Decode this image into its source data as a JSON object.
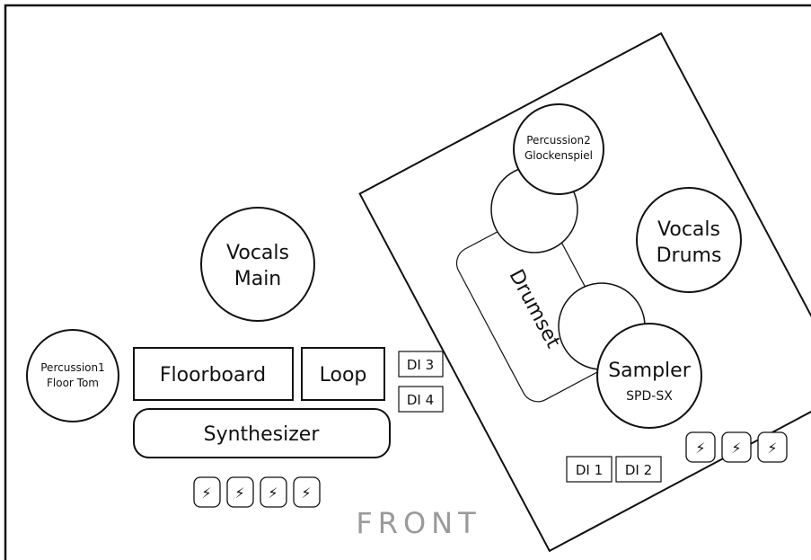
{
  "vocals_main": {
    "line1": "Vocals",
    "line2": "Main"
  },
  "vocals_drums": {
    "line1": "Vocals",
    "line2": "Drums"
  },
  "percussion1": {
    "line1": "Percussion1",
    "line2": "Floor Tom"
  },
  "percussion2": {
    "line1": "Percussion2",
    "line2": "Glockenspiel"
  },
  "sampler": {
    "line1": "Sampler",
    "line2": "SPD-SX"
  },
  "floorboard": "Floorboard",
  "loop": "Loop",
  "synthesizer": "Synthesizer",
  "drumset": "Drumset",
  "di_boxes": {
    "di1": "DI 1",
    "di2": "DI 2",
    "di3": "DI 3",
    "di4": "DI 4"
  },
  "power_icon": "⚡",
  "front_label": "FRONT",
  "colors": {
    "stroke": "#111111",
    "front_text": "#9a9a9a",
    "background": "#ffffff"
  }
}
